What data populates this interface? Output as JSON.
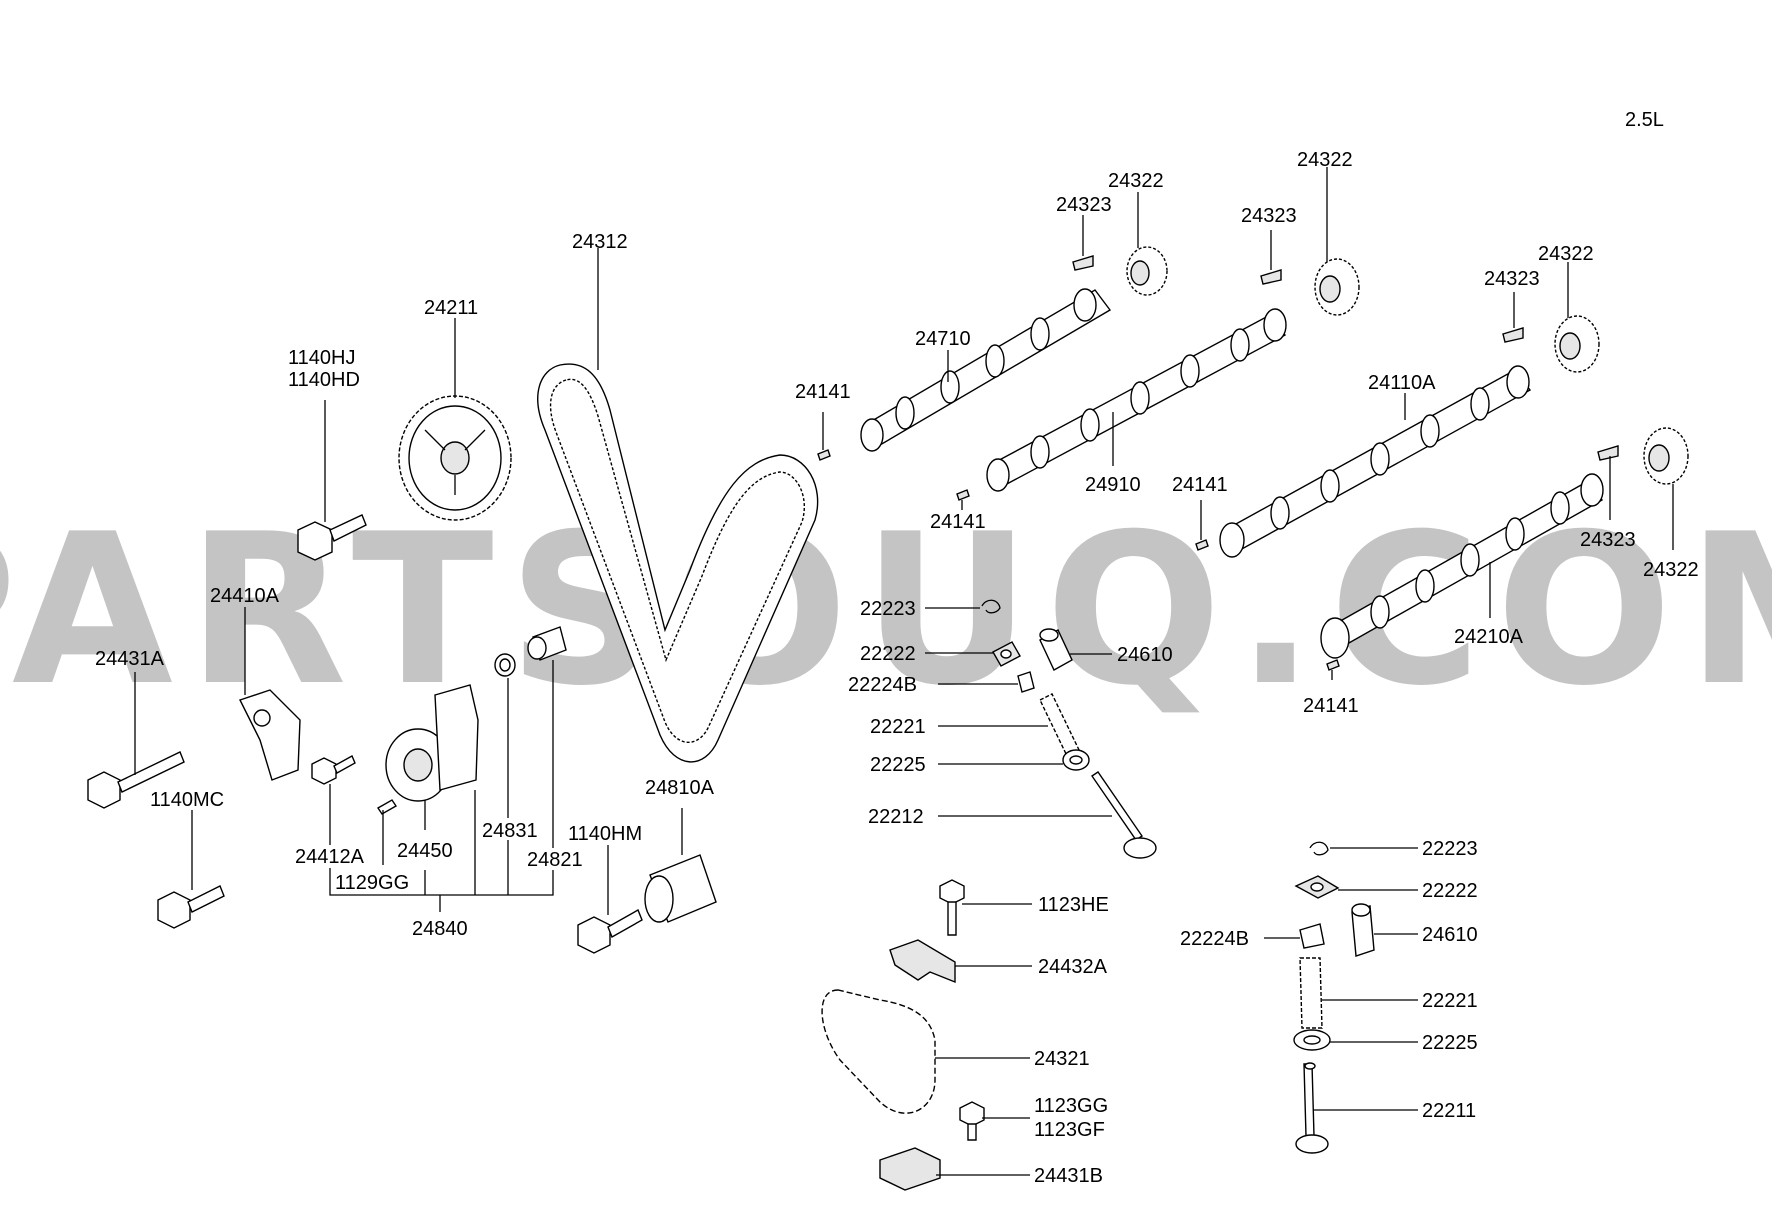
{
  "engine": "2.5L",
  "watermark": "PARTSOUQ.COM",
  "labels": {
    "p24312": "24312",
    "p24211": "24211",
    "p1140HJ": "1140HJ",
    "p1140HD": "1140HD",
    "p24410A": "24410A",
    "p24431A": "24431A",
    "p1140MC": "1140MC",
    "p24412A": "24412A",
    "p24450": "24450",
    "p1129GG": "1129GG",
    "p24840": "24840",
    "p24831": "24831",
    "p24821": "24821",
    "p1140HM": "1140HM",
    "p24810A": "24810A",
    "p24710": "24710",
    "p24141_a": "24141",
    "p24323_a": "24323",
    "p24322_a": "24322",
    "p24322_b": "24322",
    "p24323_b": "24323",
    "p24910": "24910",
    "p24141_b": "24141",
    "p24322_c": "24322",
    "p24323_c": "24323",
    "p24110A": "24110A",
    "p24141_c": "24141",
    "p24323_d": "24323",
    "p24322_d": "24322",
    "p24210A": "24210A",
    "p24141_d": "24141",
    "p22223_a": "22223",
    "p22222_a": "22222",
    "p24610_a": "24610",
    "p22224B_a": "22224B",
    "p22221_a": "22221",
    "p22225_a": "22225",
    "p22212": "22212",
    "p1123HE": "1123HE",
    "p24432A": "24432A",
    "p24321": "24321",
    "p1123GG": "1123GG",
    "p1123GF": "1123GF",
    "p24431B": "24431B",
    "p22223_b": "22223",
    "p22222_b": "22222",
    "p22224B_b": "22224B",
    "p24610_b": "24610",
    "p22221_b": "22221",
    "p22225_b": "22225",
    "p22211": "22211"
  }
}
